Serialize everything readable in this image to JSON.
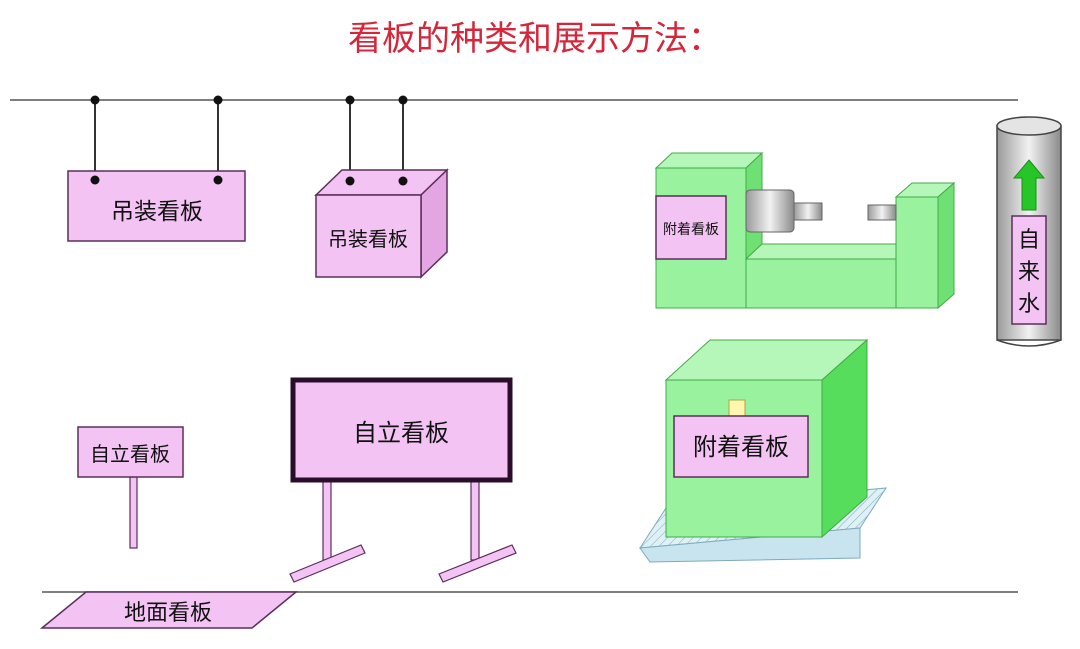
{
  "title": "看板的种类和展示方法：",
  "colors": {
    "title": "#d6263a",
    "board_fill": "#f3c4f3",
    "board_stroke": "#5b2e5b",
    "machine_green": "#99f39e",
    "machine_green_dark": "#55cc5a",
    "pipe_gray": "#c8c8c8",
    "arrow_green": "#27c527",
    "base_blue": "#d7eef4"
  },
  "boards": {
    "hanging_flat": "吊装看板",
    "hanging_box": "吊装看板",
    "attached_machine": "附着看板",
    "pipe_label": [
      "自",
      "来",
      "水"
    ],
    "standing_small": "自立看板",
    "standing_large": "自立看板",
    "attached_box": "附着看板",
    "ground": "地面看板"
  }
}
